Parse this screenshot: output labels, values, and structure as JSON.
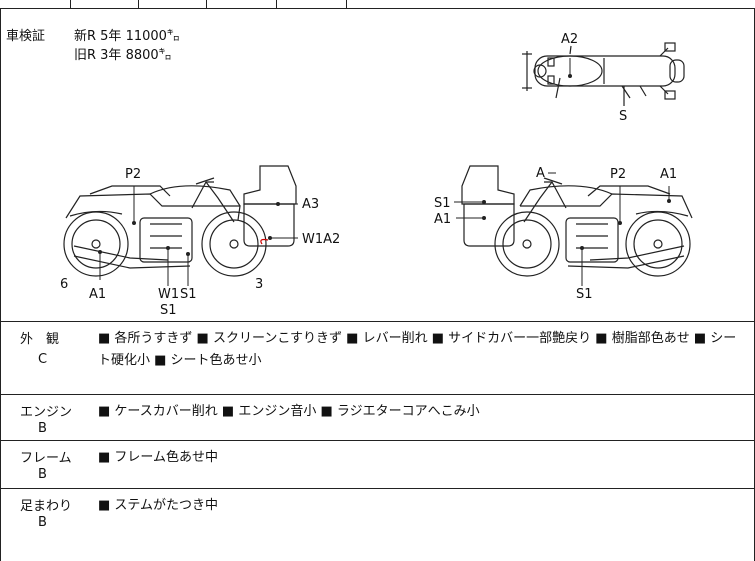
{
  "shaken": {
    "label": "車検証",
    "line1": "新R  5年  11000㌔",
    "line2": "旧R  3年    8800㌔"
  },
  "diagram_labels": {
    "top_a2": "A2",
    "top_s": "S",
    "left_p2": "P2",
    "left_a3": "A3",
    "left_w1a2": "W1A2",
    "left_6": "6",
    "left_a1": "A1",
    "left_w1": "W1",
    "left_s1a": "S1",
    "left_s1b": "S1",
    "left_3": "3",
    "right_a": "A",
    "right_p2": "P2",
    "right_a1": "A1",
    "right_s1": "S1",
    "right_a1b": "A1",
    "right_s1b": "S1"
  },
  "conditions": [
    {
      "category": "外　観",
      "grade": "C",
      "notes": "■ 各所うすきず ■ スクリーンこすりきず ■ レバー削れ ■ サイドカバー一部艶戻り ■ 樹脂部色あせ ■ シート硬化小 ■ シート色あせ小"
    },
    {
      "category": "エンジン",
      "grade": "B",
      "notes": "■ ケースカバー削れ ■ エンジン音小 ■ ラジエターコアへこみ小"
    },
    {
      "category": "フレーム",
      "grade": "B",
      "notes": "■ フレーム色あせ中"
    },
    {
      "category": "足まわり",
      "grade": "B",
      "notes": "■ ステムがたつき中"
    }
  ]
}
